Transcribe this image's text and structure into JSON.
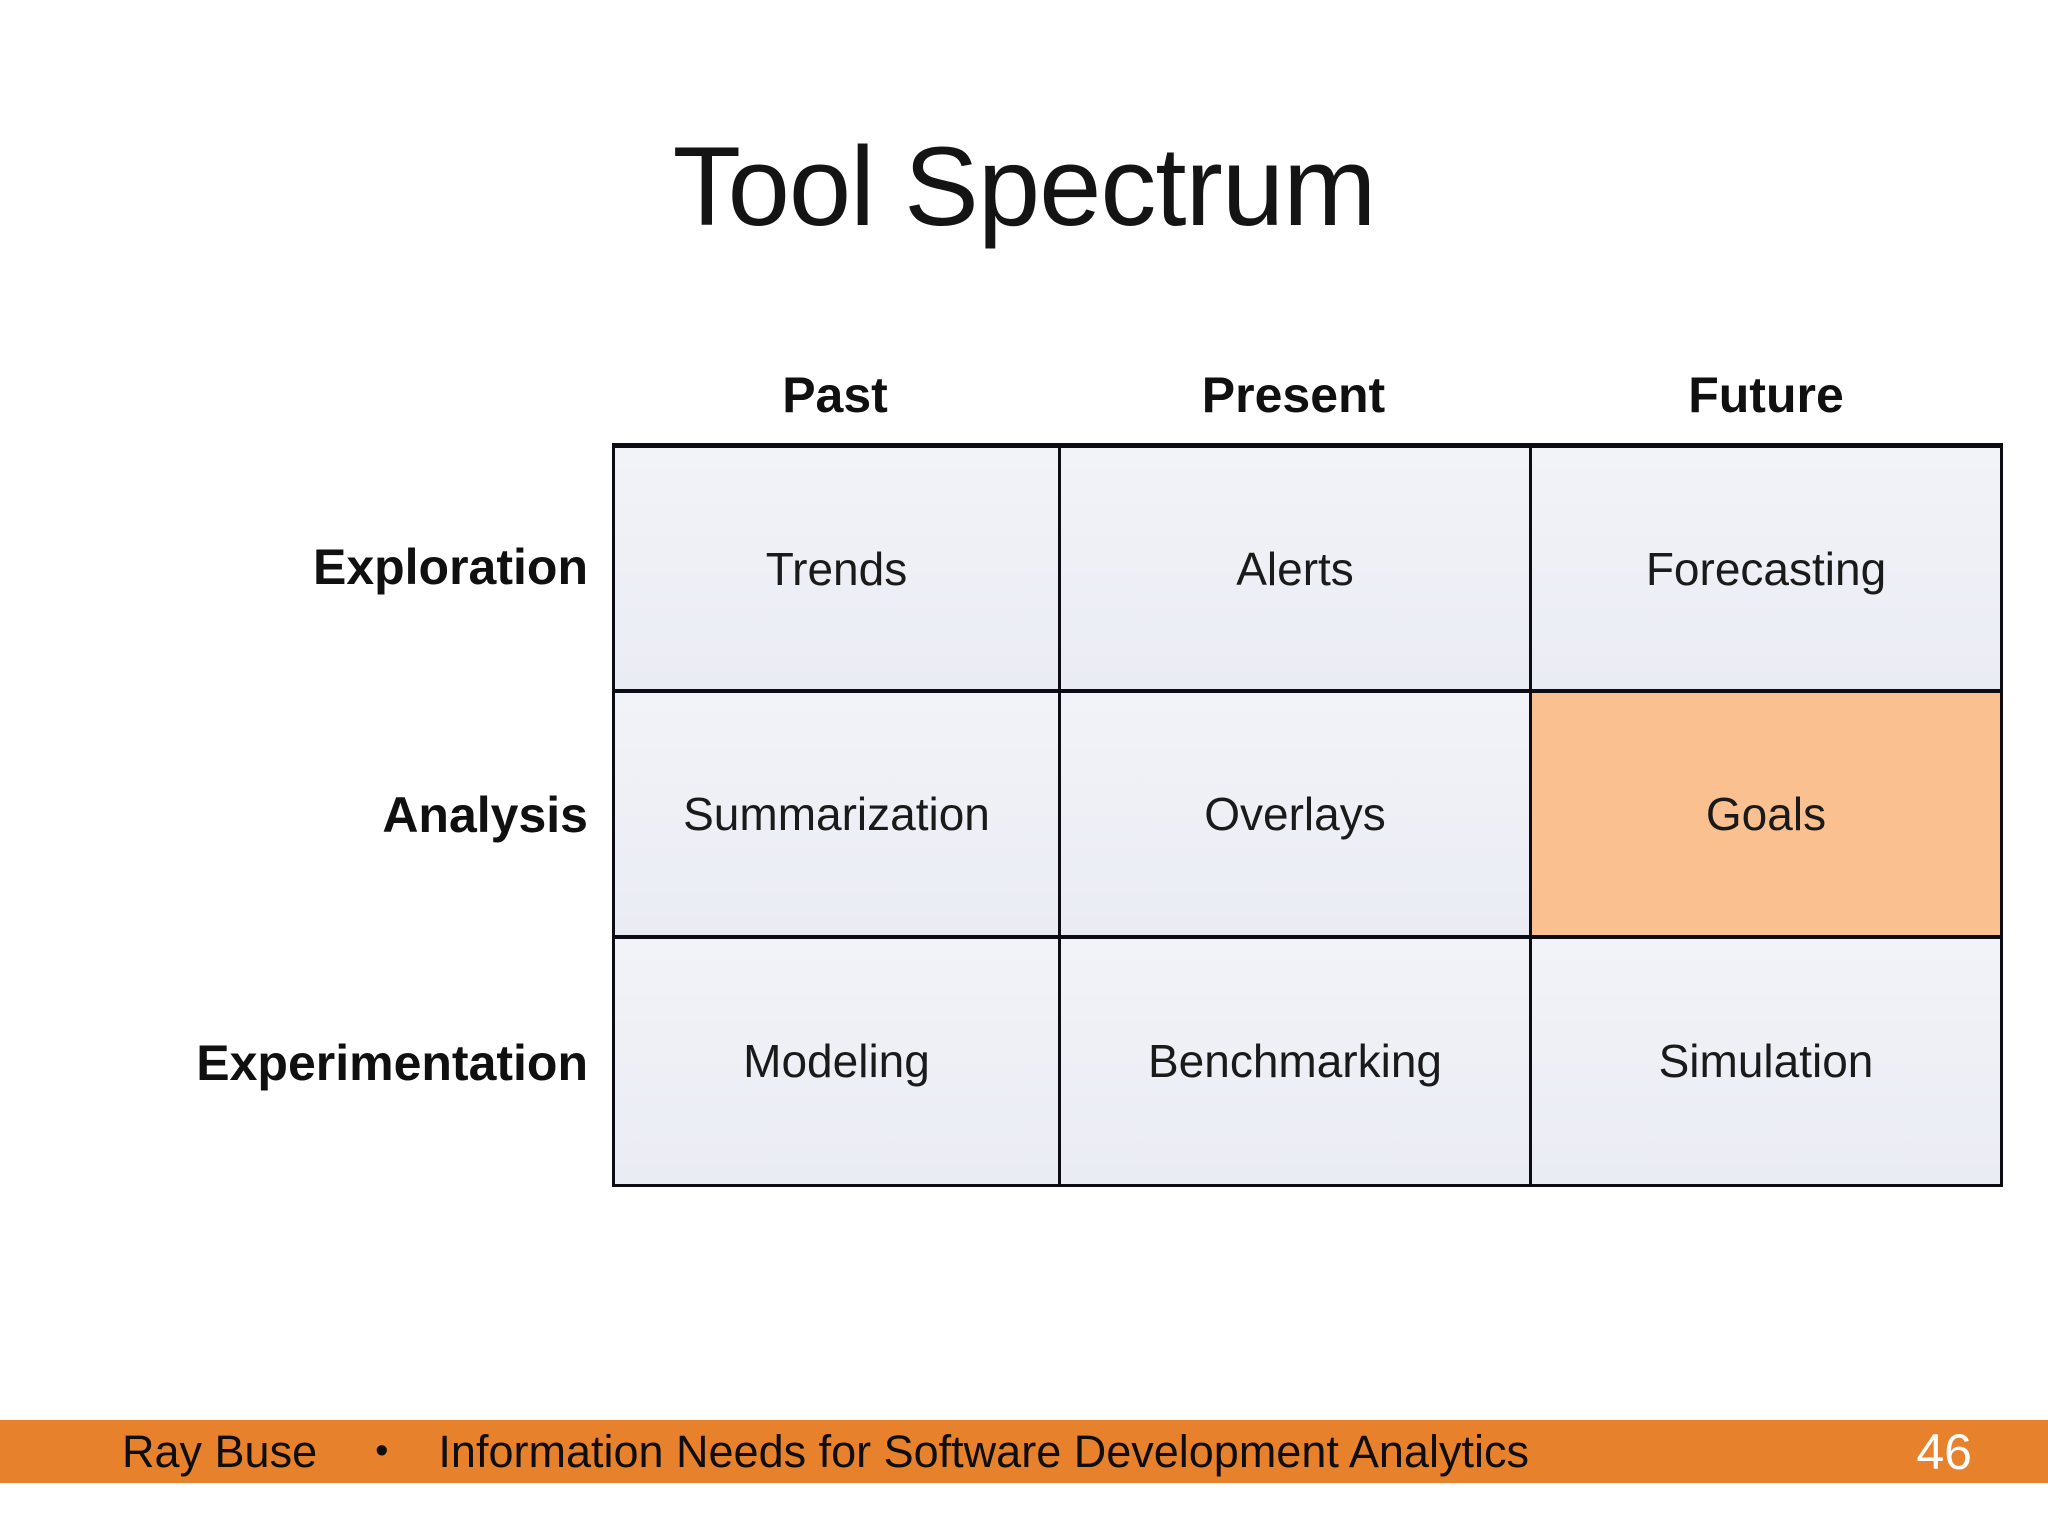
{
  "slide": {
    "title": "Tool Spectrum",
    "matrix": {
      "column_headers": [
        "Past",
        "Present",
        "Future"
      ],
      "rows": [
        {
          "label": "Exploration",
          "cells": [
            {
              "text": "Trends",
              "highlighted": false
            },
            {
              "text": "Alerts",
              "highlighted": false
            },
            {
              "text": "Forecasting",
              "highlighted": false
            }
          ]
        },
        {
          "label": "Analysis",
          "cells": [
            {
              "text": "Summarization",
              "highlighted": false
            },
            {
              "text": "Overlays",
              "highlighted": false
            },
            {
              "text": "Goals",
              "highlighted": true
            }
          ]
        },
        {
          "label": "Experimentation",
          "cells": [
            {
              "text": "Modeling",
              "highlighted": false
            },
            {
              "text": "Benchmarking",
              "highlighted": false
            },
            {
              "text": "Simulation",
              "highlighted": false
            }
          ]
        }
      ]
    },
    "footer": {
      "author": "Ray Buse",
      "separator": "•",
      "deck_title": "Information Needs for Software Development Analytics",
      "page_number": "46"
    },
    "colors": {
      "cell_bg": "#EAECF4",
      "cell_bg_top": "#F2F3F8",
      "highlight_bg": "#FAC090",
      "footer_bg": "#E8812C",
      "border": "#0C0C14",
      "page_number_color": "#FFFFFF"
    }
  }
}
